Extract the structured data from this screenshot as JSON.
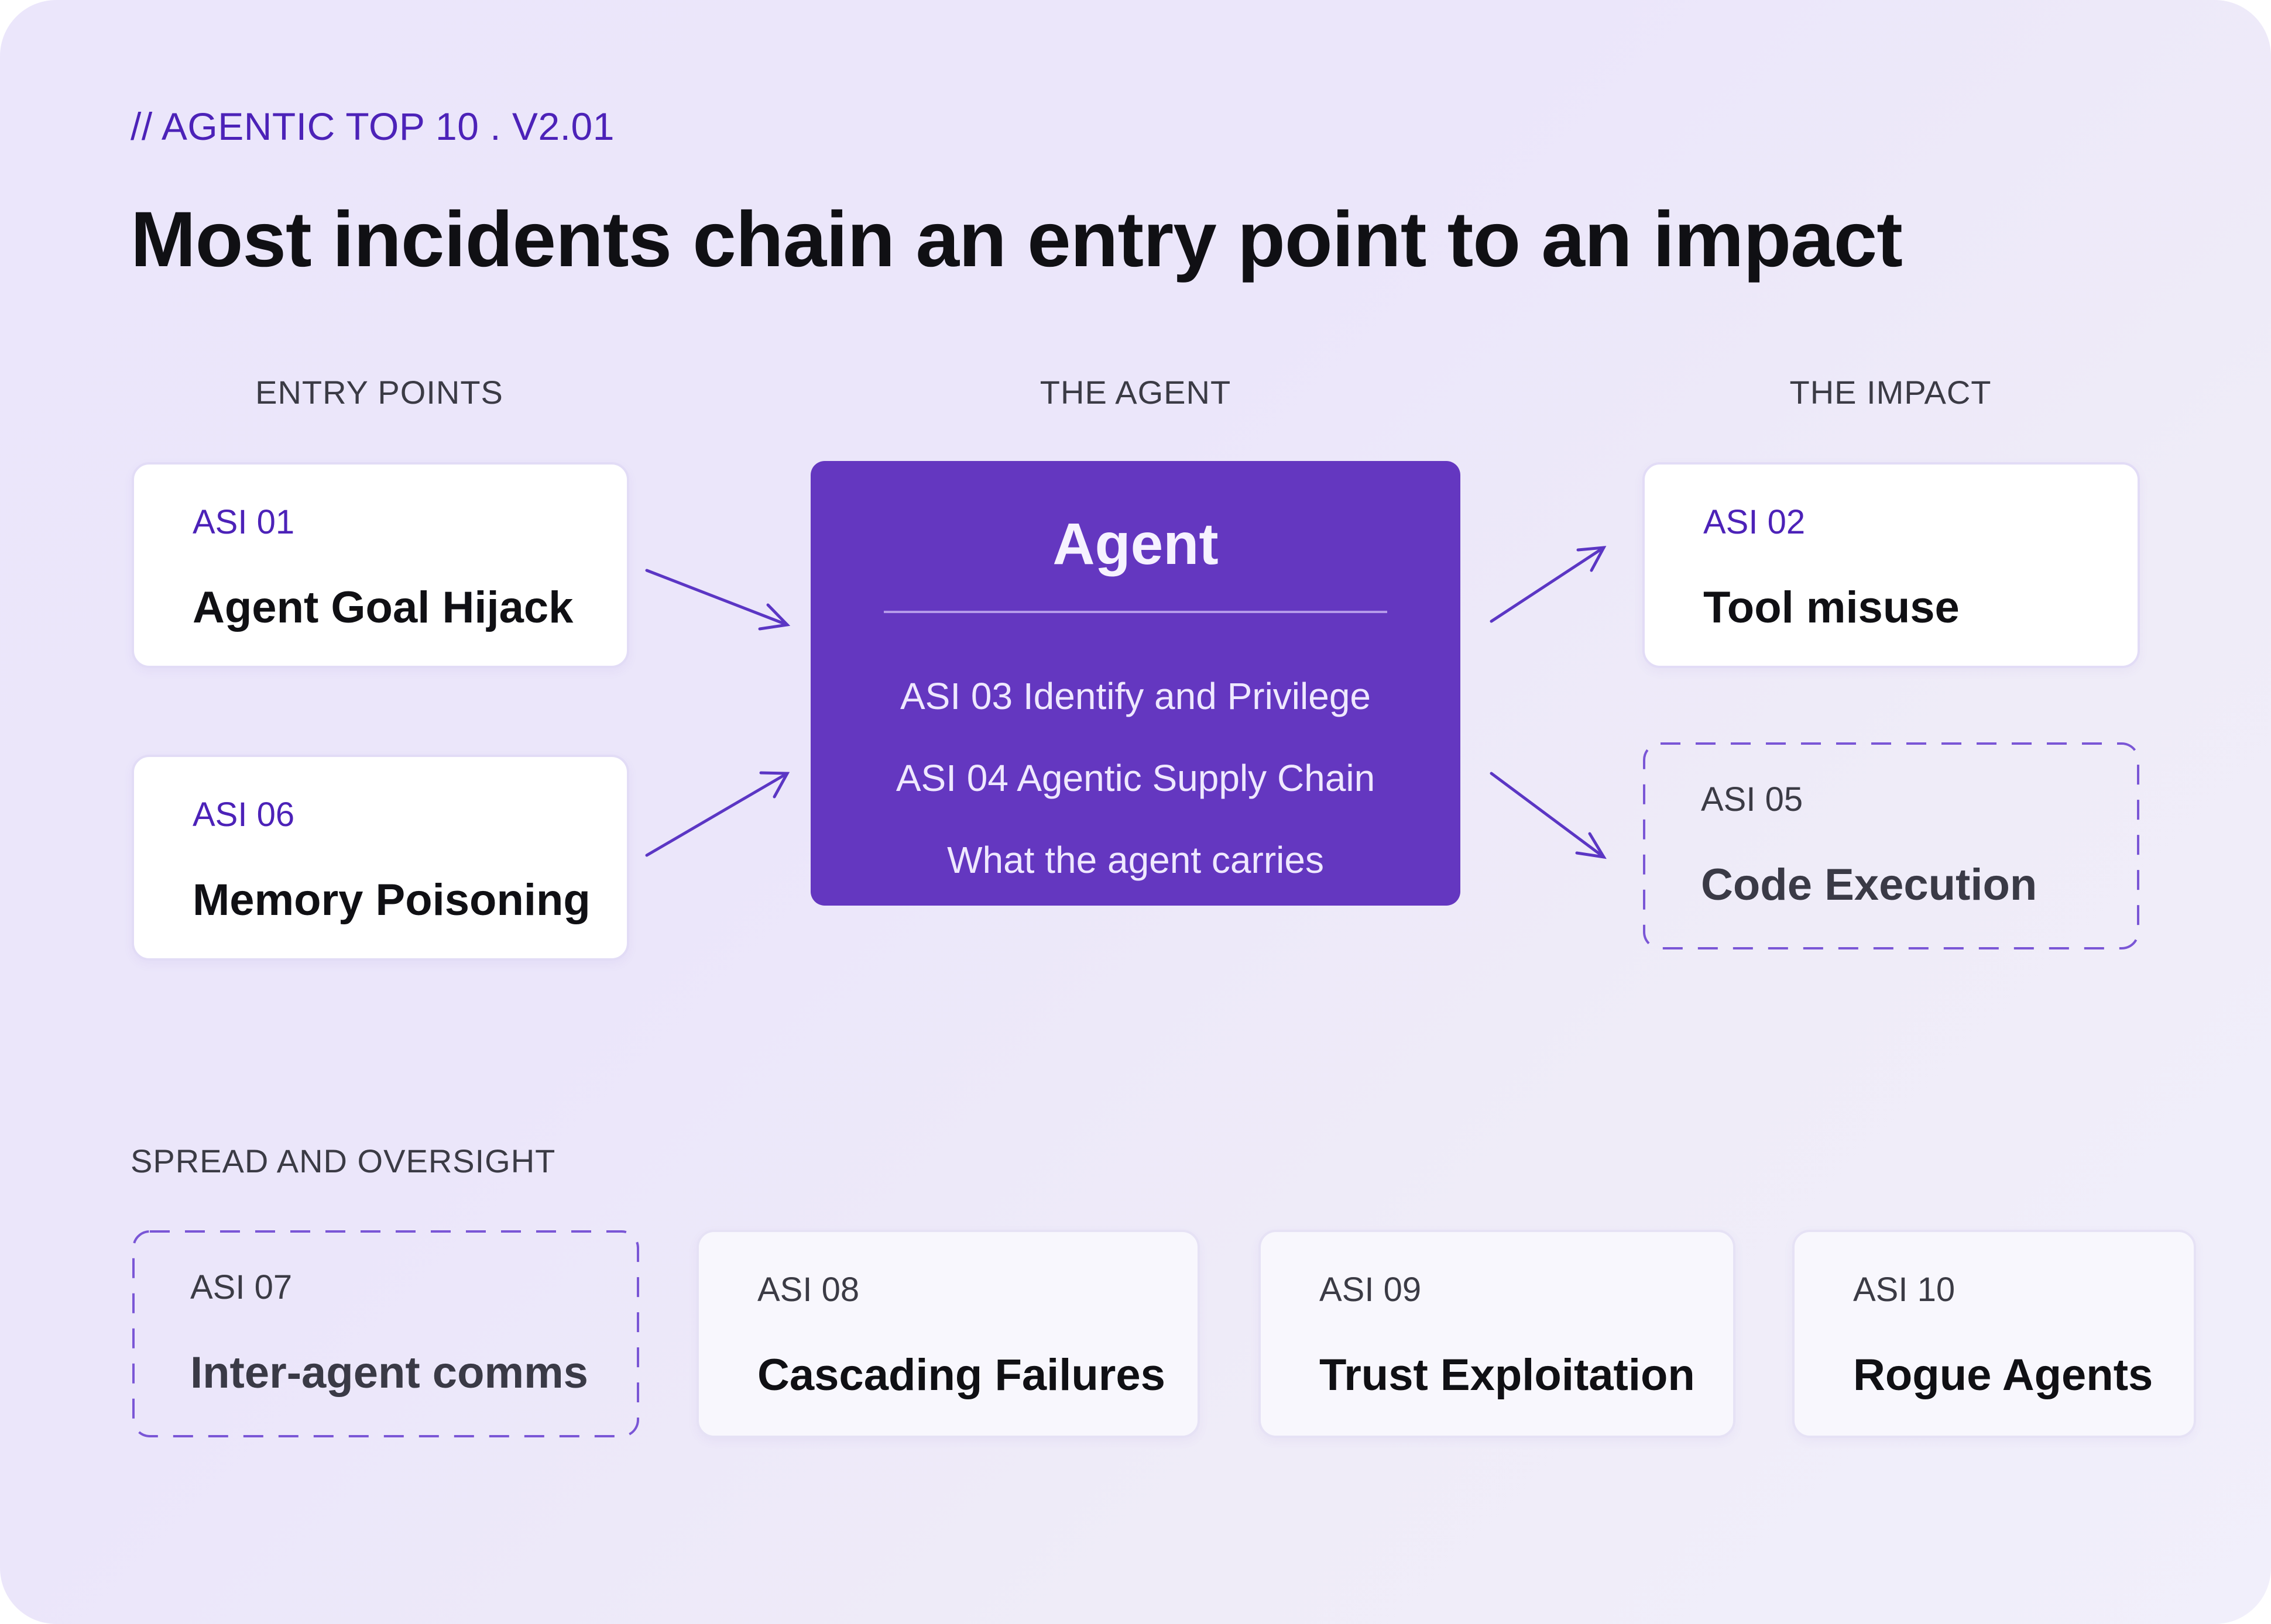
{
  "eyebrow": "// AGENTIC TOP 10 . V2.01",
  "headline": "Most incidents chain an entry point to an impact",
  "columns": {
    "entry": "ENTRY POINTS",
    "agent": "THE AGENT",
    "impact": "THE IMPACT"
  },
  "entry_points": [
    {
      "code": "ASI 01",
      "title": "Agent Goal Hijack"
    },
    {
      "code": "ASI 06",
      "title": "Memory Poisoning"
    }
  ],
  "agent": {
    "title": "Agent",
    "lines": [
      "ASI 03 Identify and Privilege",
      "ASI 04 Agentic Supply Chain",
      "What the agent carries"
    ]
  },
  "impacts": [
    {
      "code": "ASI 02",
      "title": "Tool misuse",
      "style": "solid"
    },
    {
      "code": "ASI 05",
      "title": "Code Execution",
      "style": "dashed"
    }
  ],
  "spread": {
    "label": "SPREAD AND OVERSIGHT",
    "items": [
      {
        "code": "ASI 07",
        "title": "Inter-agent comms",
        "style": "dashed"
      },
      {
        "code": "ASI 08",
        "title": "Cascading Failures",
        "style": "solid"
      },
      {
        "code": "ASI 09",
        "title": "Trust Exploitation",
        "style": "solid"
      },
      {
        "code": "ASI 10",
        "title": "Rogue Agents",
        "style": "solid"
      }
    ]
  },
  "colors": {
    "accent": "#4c22b8",
    "agent_fill": "#6437c0",
    "arrow": "#5b36c4",
    "dash": "#7a56d6"
  }
}
